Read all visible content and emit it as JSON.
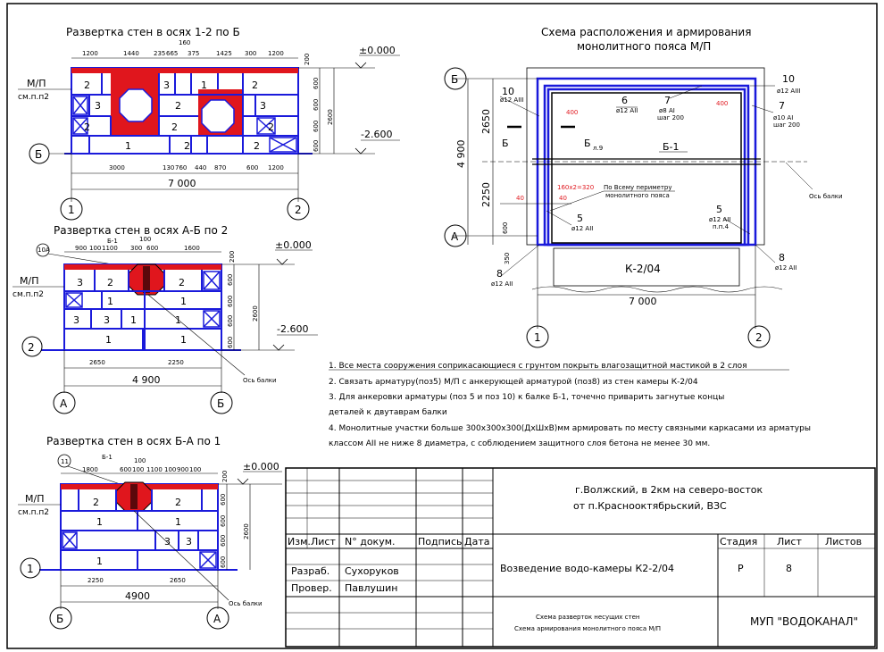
{
  "drawing1": {
    "title": "Развертка стен в осях 1-2 по Б",
    "top_dims": [
      "1200",
      "1440",
      "235",
      "665",
      "160",
      "375",
      "1425",
      "300",
      "1200"
    ],
    "bottom_dims": [
      "3000",
      "130",
      "760",
      "440",
      "870",
      "600",
      "1200"
    ],
    "total": "7 000",
    "side_dims": [
      "200",
      "600",
      "600",
      "600",
      "600"
    ],
    "height": "2600",
    "level_top": "±0.000",
    "level_bottom": "-2.600",
    "mp_label": "М/П",
    "mp_ref": "см.п.п2",
    "axis_left": "1",
    "axis_right": "2",
    "axis_row": "Б",
    "blocks": [
      "2",
      "3",
      "3",
      "1",
      "3",
      "2",
      "2",
      "2",
      "2",
      "2",
      "1",
      "2",
      "2"
    ]
  },
  "drawing2": {
    "title": "Развертка стен в осях А-Б по 2",
    "top_dims": [
      "900",
      "100",
      "1100",
      "300",
      "600",
      "1600"
    ],
    "beam": "Б-1",
    "beam_dim": "100",
    "callout": "10А",
    "total": "4 900",
    "bottom_dims": [
      "2650",
      "2250"
    ],
    "side_dims": [
      "200",
      "600",
      "600",
      "600",
      "600"
    ],
    "height": "2600",
    "level_top": "±0.000",
    "level_bottom": "-2.600",
    "mp_label": "М/П",
    "mp_ref": "см.п.п2",
    "axis_left": "А",
    "axis_right": "Б",
    "axis_row": "2",
    "beam_axis": "Ось балки",
    "blocks": [
      "3",
      "2",
      "2",
      "1",
      "1",
      "3",
      "3",
      "1",
      "1",
      "1",
      "1"
    ]
  },
  "drawing3": {
    "title": "Развертка стен в осях Б-А по 1",
    "top_dims": [
      "1800",
      "600",
      "100",
      "1100",
      "100",
      "900",
      "100"
    ],
    "beam": "Б-1",
    "beam_dim": "100",
    "callout": "11",
    "total": "4900",
    "bottom_dims": [
      "2250",
      "2650"
    ],
    "side_dims": [
      "200",
      "600",
      "600",
      "600",
      "600"
    ],
    "height": "2600",
    "level_top": "±0.000",
    "mp_label": "М/П",
    "mp_ref": "см.п.п2",
    "axis_left": "Б",
    "axis_right": "А",
    "axis_row": "1",
    "beam_axis": "Ось балки",
    "blocks": [
      "2",
      "2",
      "1",
      "1",
      "3",
      "3",
      "1"
    ]
  },
  "plan": {
    "title_line1": "Схема расположения и армирования",
    "title_line2": "монолитного пояса М/П",
    "axis_b": "Б",
    "axis_a": "А",
    "axis_1": "1",
    "axis_2": "2",
    "dim_left": [
      "2650",
      "2250",
      "600",
      "350"
    ],
    "dim_total_v": "4 900",
    "dim_total_h": "7 000",
    "rebar_10": "10",
    "rebar_10_spec": "ø12 AIII",
    "rebar_6": "6",
    "rebar_6_spec": "ø12 AII",
    "rebar_7": "7",
    "rebar_7_spec": "ø8 AI",
    "rebar_7_step": "шаг 200",
    "rebar_7b_spec": "ø10 AI",
    "rebar_5": "5",
    "rebar_5_spec": "ø12 AII",
    "rebar_5_note": "п.п.4",
    "rebar_8": "8",
    "rebar_8_spec": "ø12 AII",
    "dim_400": "400",
    "dim_40": "40",
    "dim_160": "160x2=320",
    "perimeter_note_1": "По Всему периметру",
    "perimeter_note_2": "монолитного пояса",
    "section_b": "Б",
    "section_b_ref": "Б",
    "section_b_sub": "л.9",
    "beam": "Б-1",
    "beam_axis": "Ось балки",
    "chamber": "К-2/04"
  },
  "notes": [
    "1. Все места сооружения соприкасающиеся с грунтом покрыть влагозащитной мастикой в 2 слоя",
    "2. Связать арматуру(поз5) М/П с анкерующей арматурой (поз8) из стен камеры К-2/04",
    "3. Для анкеровки арматуры (поз 5 и поз 10) к балке Б-1, точечно приварить загнутые концы",
    "деталей к двутаврам балки",
    "4. Монолитные участки больше 300х300х300(ДхШхВ)мм армировать по месту связными каркасами из арматуры",
    "классом АII не ниже 8 диаметра, с соблюдением защитного слоя бетона не менее 30 мм."
  ],
  "titleblock": {
    "location_1": "г.Волжский, в 2км на северо-восток",
    "location_2": "от п.Краснооктябрьский, ВЗС",
    "col_izm": "Изм.",
    "col_list": "Лист",
    "col_doc": "N° докум.",
    "col_sign": "Подпись",
    "col_date": "Дата",
    "razrab_label": "Разраб.",
    "razrab_name": "Сухоруков",
    "prover_label": "Провер.",
    "prover_name": "Павлушин",
    "project": "Возведение водо-камеры К2-2/04",
    "stage_label": "Стадия",
    "sheet_label": "Лист",
    "sheets_label": "Листов",
    "stage_value": "Р",
    "sheet_value": "8",
    "sheet_title_1": "Схема разверток несущих стен",
    "sheet_title_2": "Схема армирования монолитного пояса М/П",
    "org": "МУП \"ВОДОКАНАЛ\""
  },
  "colors": {
    "wall": "#1a1adb",
    "fill": "#e0161d",
    "line": "#000000",
    "dim": "#000000",
    "leader_red": "#e0161d"
  }
}
